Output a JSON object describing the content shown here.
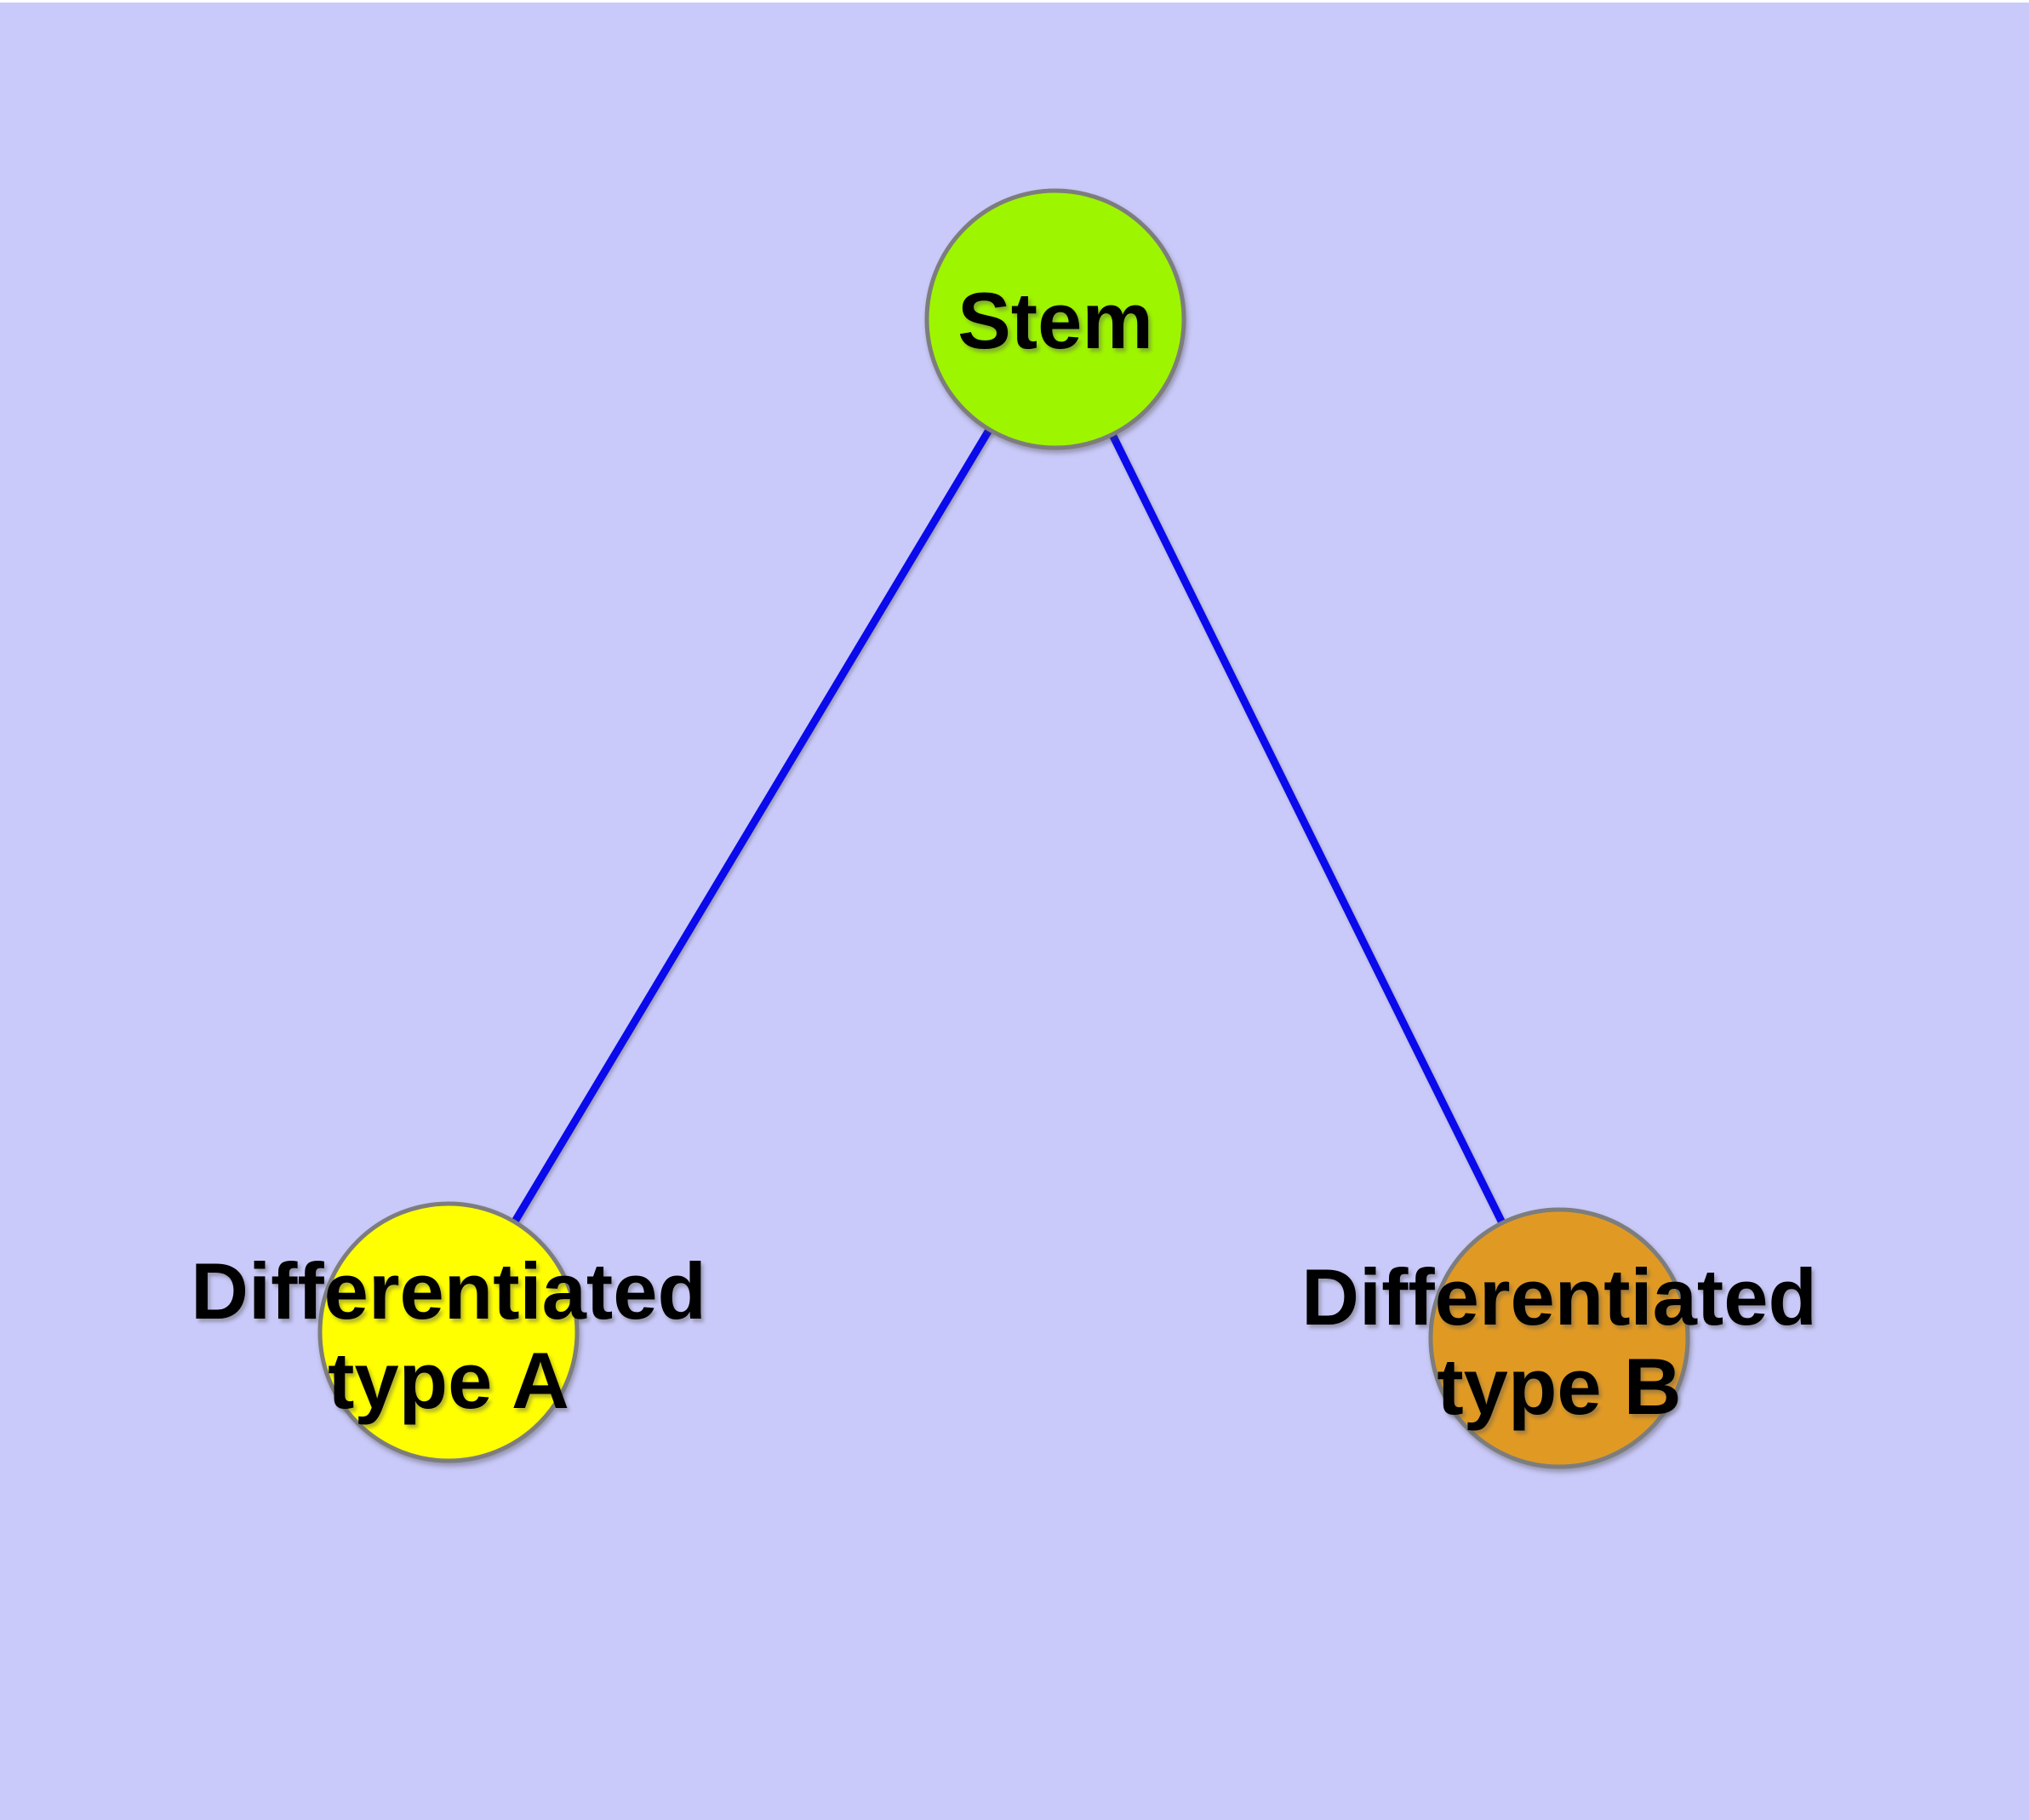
{
  "colors": {
    "background": "#CACAFA",
    "top_strip": "#FFFFFF",
    "edge": "#0A0AEB",
    "node_border": "#7D7D7D",
    "label_text": "#000000"
  },
  "diagram": {
    "type": "graph",
    "nodes": {
      "stem": {
        "label": "Stem",
        "fill": "#9EF500"
      },
      "type_a": {
        "label": "Differentiated type A",
        "line1": "Differentiated",
        "line2": "type A",
        "fill": "#FFFF00"
      },
      "type_b": {
        "label": "Differentiated type B",
        "line1": "Differentiated",
        "line2": "type B",
        "fill": "#E09A24"
      }
    },
    "edges": [
      {
        "from": "Stem",
        "to": "Differentiated type A"
      },
      {
        "from": "Stem",
        "to": "Differentiated type B"
      }
    ]
  }
}
